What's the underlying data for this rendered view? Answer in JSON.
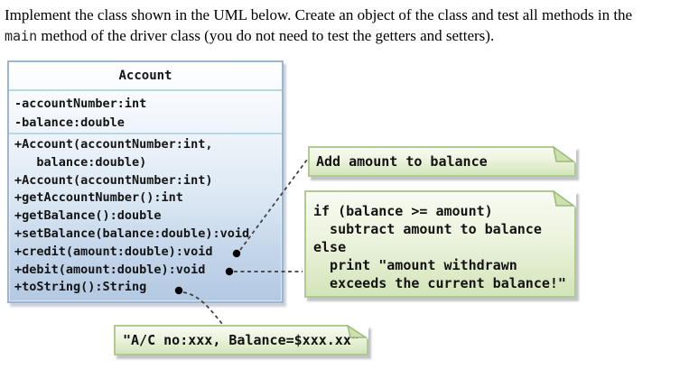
{
  "instruction": {
    "line1": "Implement the class shown in the UML below. Create an object of the class and test all methods in the",
    "line2_code": "main",
    "line2_rest": " method of the driver class (you do not need to test the getters and setters)."
  },
  "uml_class": {
    "name": "Account",
    "attributes": [
      "-accountNumber:int",
      "-balance:double"
    ],
    "methods": [
      "+Account(accountNumber:int,",
      "   balance:double)",
      "+Account(accountNumber:int)",
      "+getAccountNumber():int",
      "+getBalance():double",
      "+setBalance(balance:double):void",
      "+credit(amount:double):void",
      "+debit(amount:double):void",
      "+toString():String"
    ]
  },
  "notes": {
    "credit_note": "Add amount to balance",
    "debit_note_lines": [
      "if (balance >= amount)",
      "  subtract amount to balance",
      "else",
      "  print \"amount withdrawn",
      "  exceeds the current balance!\""
    ],
    "tostring_note": "\"A/C no:xxx, Balance=$xxx.xx\""
  },
  "colors": {
    "class_border": "#9cb6d2",
    "class_fill_bottom": "#b3c9e2",
    "compartment_divider": "#b5d9e6",
    "note_border": "#b0cb8e",
    "note_fill_bottom": "#d3e5ba",
    "connector": "#3d3d3d"
  }
}
